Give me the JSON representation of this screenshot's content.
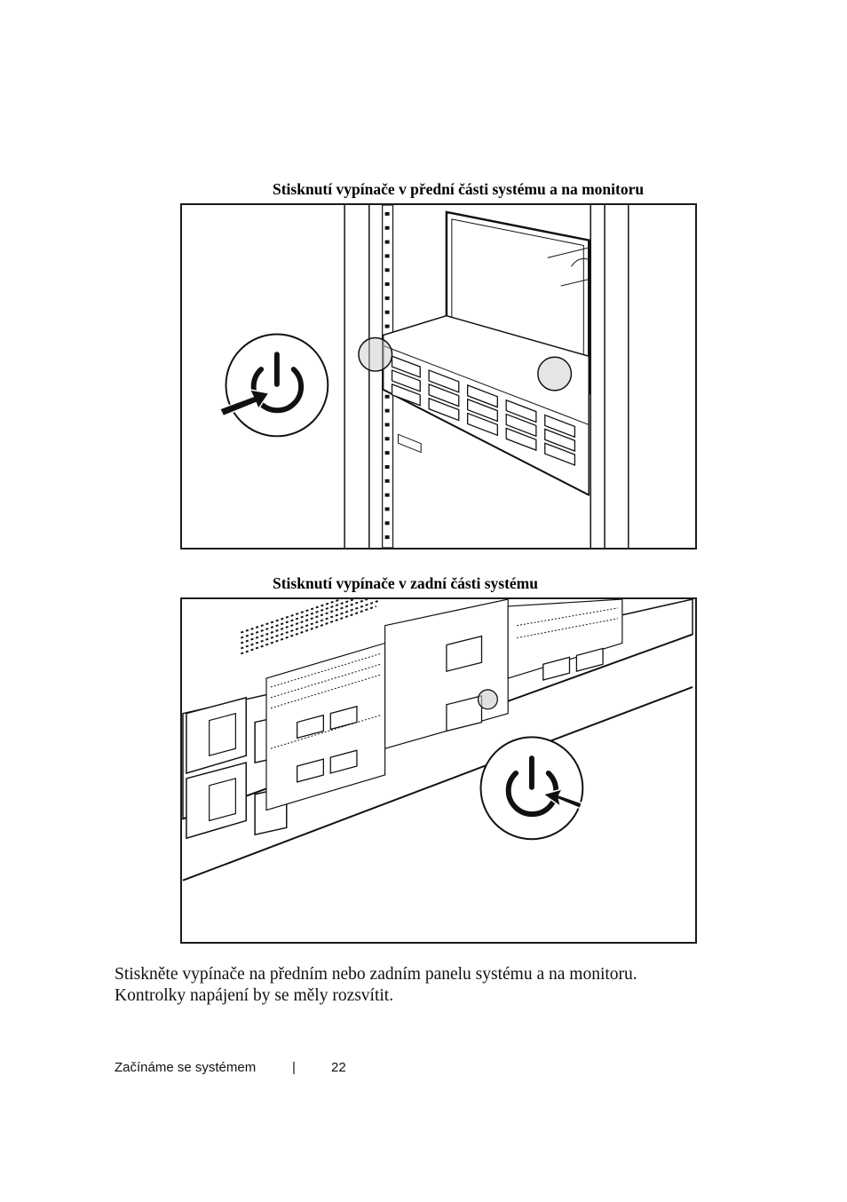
{
  "figures": [
    {
      "caption": "Stisknutí vypínače v přední části systému a na monitoru",
      "illustration": "rack-server-front-with-monitor",
      "icon": "power-icon"
    },
    {
      "caption": "Stisknutí vypínače v zadní části systému",
      "illustration": "server-rear-panel",
      "icon": "power-icon"
    }
  ],
  "body": {
    "line1": "Stiskněte vypínače na předním nebo zadním panelu systému a na monitoru.",
    "line2": "Kontrolky napájení by se měly rozsvítit."
  },
  "footer": {
    "section": "Začínáme se systémem",
    "separator": "|",
    "page_number": "22"
  }
}
